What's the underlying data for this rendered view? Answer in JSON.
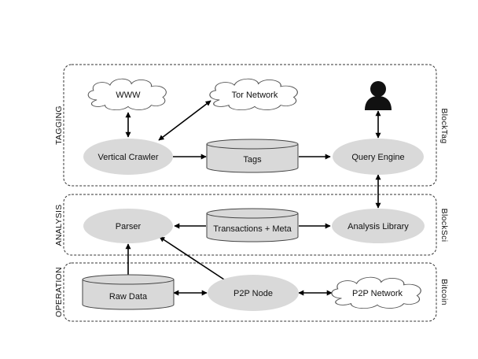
{
  "layers": {
    "tagging": {
      "left_label": "TAGGING",
      "right_label": "BlockTag"
    },
    "analysis": {
      "left_label": "ANALYSIS",
      "right_label": "BlockSci"
    },
    "operation": {
      "left_label": "OPERATION",
      "right_label": "Bitcoin"
    }
  },
  "nodes": {
    "www": "WWW",
    "tor_network": "Tor Network",
    "vertical_crawler": "Vertical Crawler",
    "tags": "Tags",
    "query_engine": "Query Engine",
    "parser": "Parser",
    "transactions_meta": "Transactions + Meta",
    "analysis_library": "Analysis Library",
    "raw_data": "Raw Data",
    "p2p_node": "P2P Node",
    "p2p_network": "P2P Network"
  },
  "icons": {
    "user": "user-icon"
  },
  "colors": {
    "node_fill": "#d9d9d9",
    "stroke": "#333333"
  }
}
